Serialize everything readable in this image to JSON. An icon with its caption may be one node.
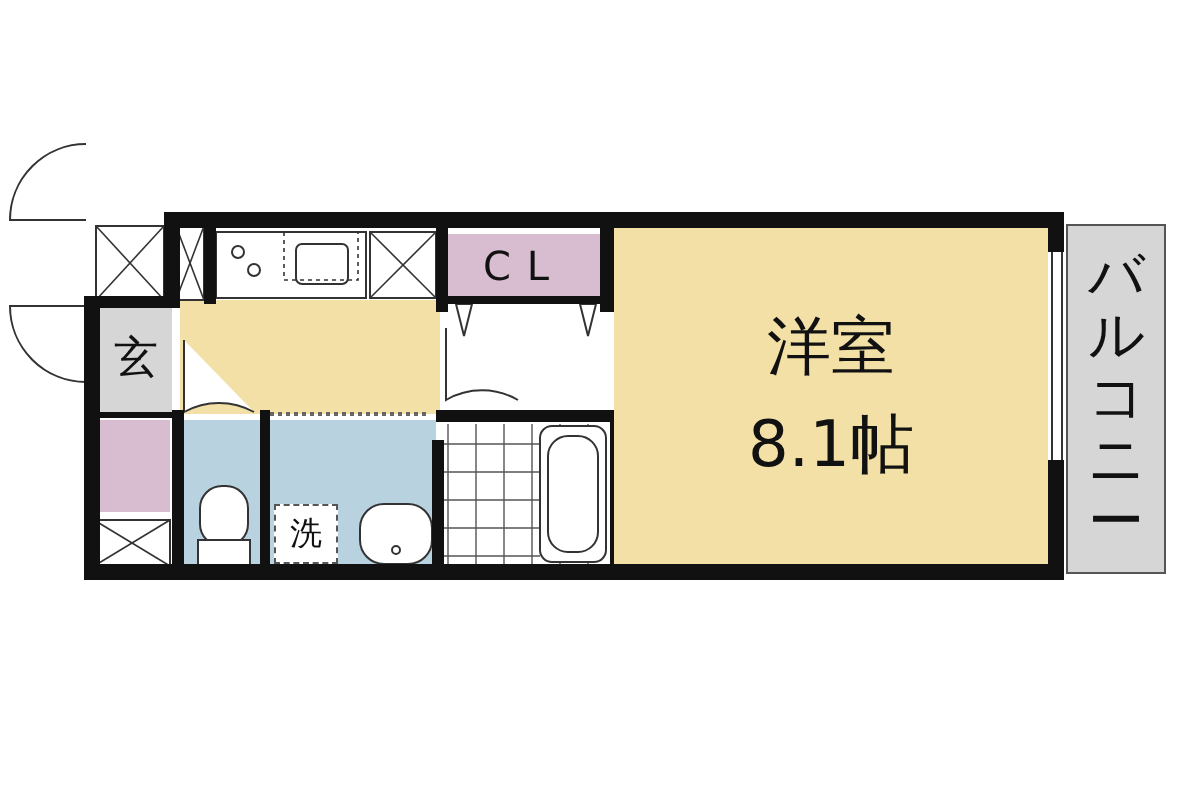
{
  "diagram": {
    "nodes": [
      {
        "text": [
          "洋室",
          "8.1帖"
        ]
      },
      {
        "text": [
          "CL"
        ]
      },
      {
        "text": [
          "玄"
        ]
      },
      {
        "text": [
          "洗"
        ]
      },
      {
        "text": [
          "バルコニー"
        ]
      }
    ]
  }
}
